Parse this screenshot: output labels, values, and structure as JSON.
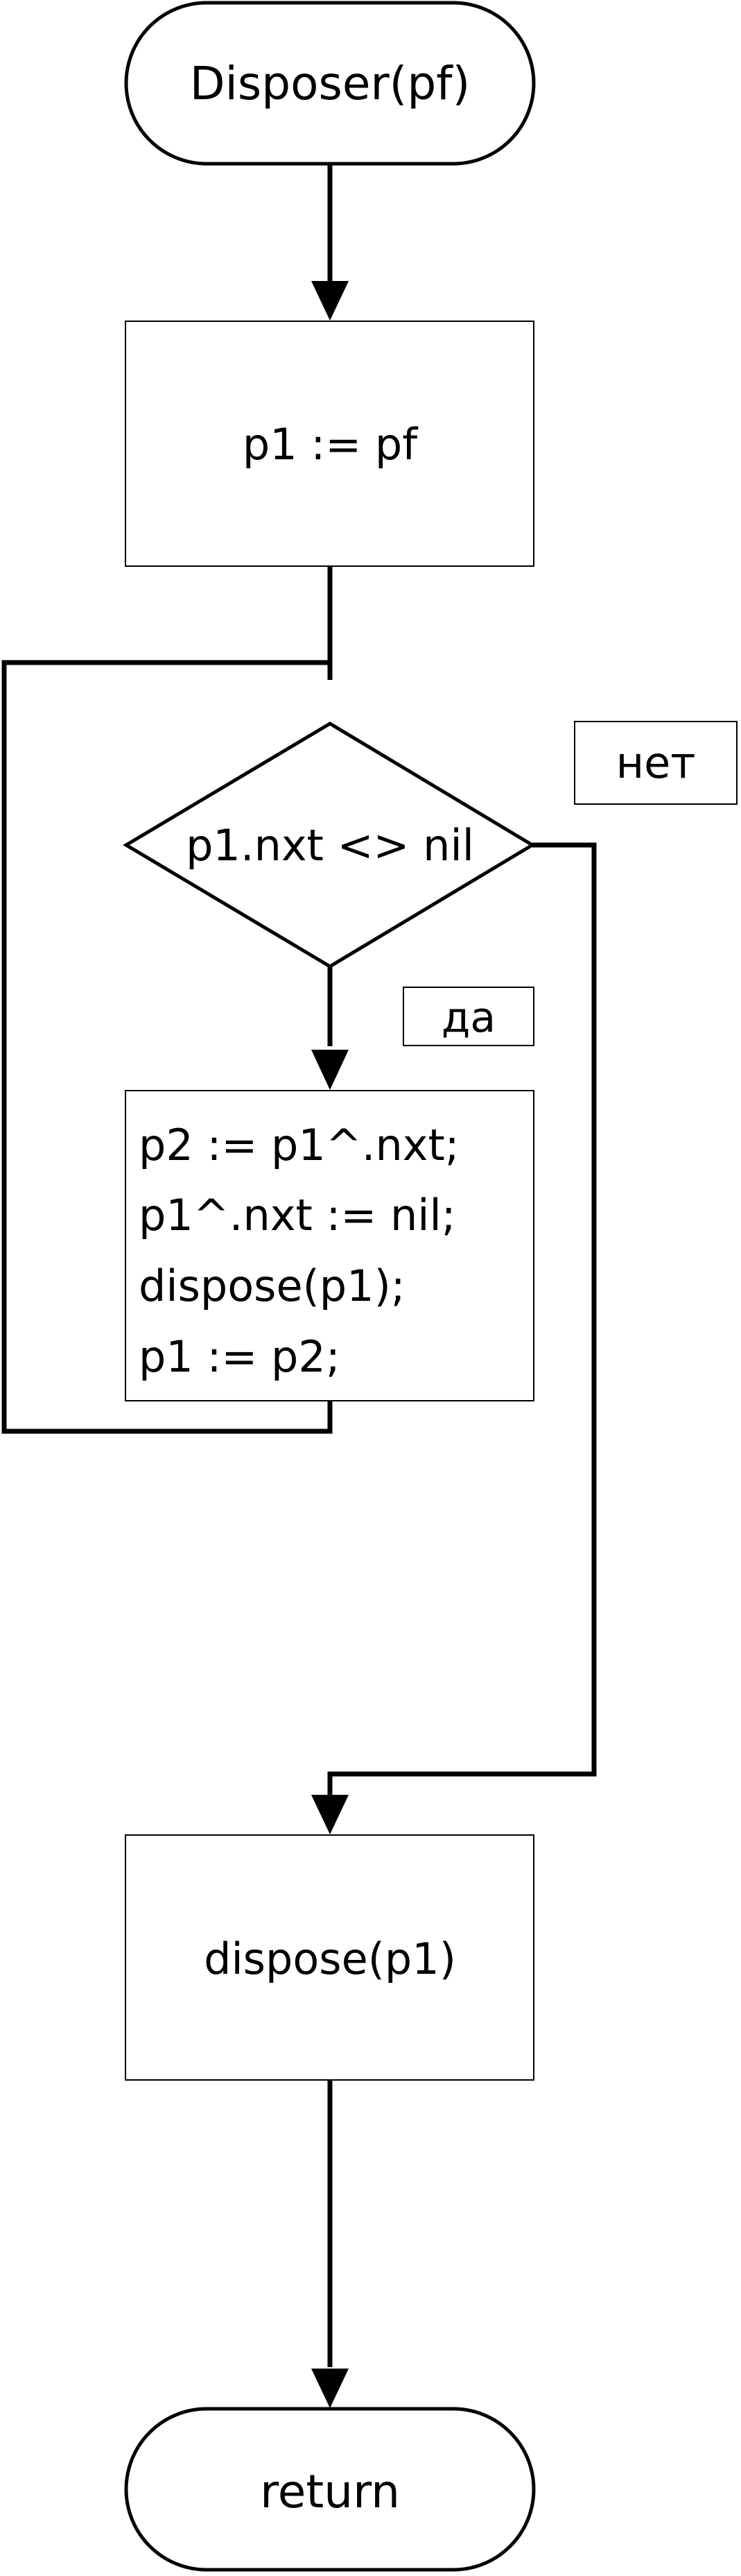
{
  "diagram": {
    "start_label": "Disposer(pf)",
    "assign_label": "p1 := pf",
    "condition_label": "p1.nxt <> nil",
    "branch_no_label": "нет",
    "branch_yes_label": "да",
    "loop_body_lines": [
      "p2 := p1^.nxt;",
      "p1^.nxt := nil;",
      "dispose(p1);",
      "p1 := p2;"
    ],
    "final_action_label": "dispose(p1)",
    "end_label": "return"
  }
}
